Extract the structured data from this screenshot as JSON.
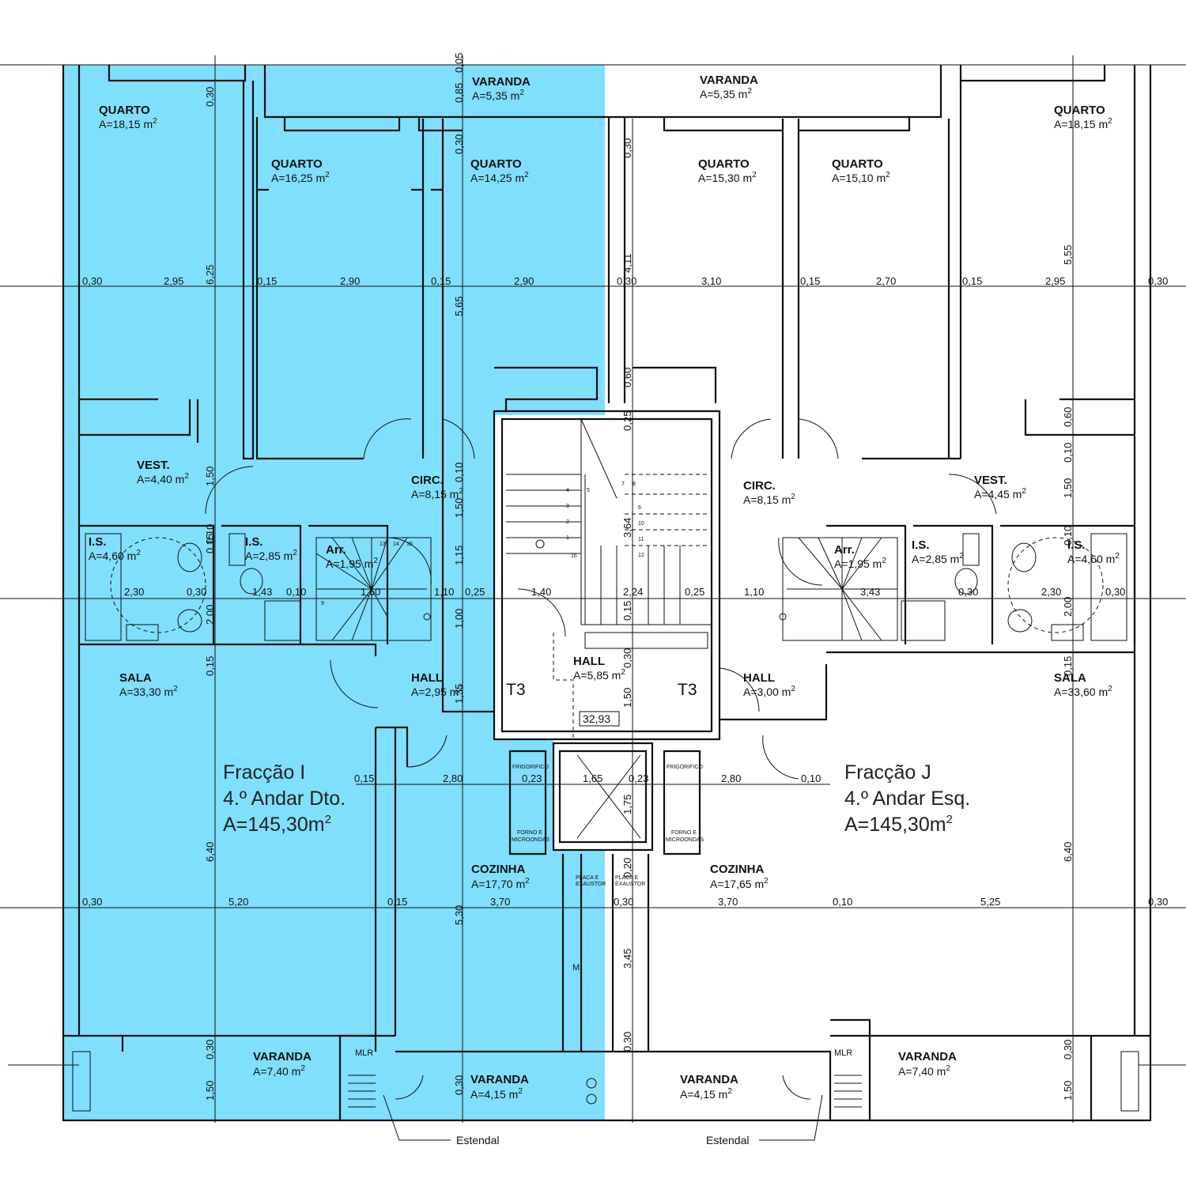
{
  "fractions": [
    {
      "name": "Fracção I",
      "floor": "4.º Andar Dto.",
      "area": "A=145,30m",
      "sup": "2"
    },
    {
      "name": "Fracção J",
      "floor": "4.º Andar Esq.",
      "area": "A=145,30m",
      "sup": "2"
    }
  ],
  "rooms": [
    {
      "name": "QUARTO",
      "area": "A=18,15 m",
      "sup": "2"
    },
    {
      "name": "VARANDA",
      "area": "A=5,35 m",
      "sup": "2"
    },
    {
      "name": "QUARTO",
      "area": "A=16,25 m",
      "sup": "2"
    },
    {
      "name": "QUARTO",
      "area": "A=14,25 m",
      "sup": "2"
    },
    {
      "name": "VARANDA",
      "area": "A=5,35 m",
      "sup": "2"
    },
    {
      "name": "QUARTO",
      "area": "A=15,30 m",
      "sup": "2"
    },
    {
      "name": "QUARTO",
      "area": "A=15,10 m",
      "sup": "2"
    },
    {
      "name": "QUARTO",
      "area": "A=18,15 m",
      "sup": "2"
    },
    {
      "name": "VEST.",
      "area": "A=4,40 m",
      "sup": "2"
    },
    {
      "name": "CIRC.",
      "area": "A=8,15 m",
      "sup": "2"
    },
    {
      "name": "CIRC.",
      "area": "A=8,15 m",
      "sup": "2"
    },
    {
      "name": "VEST.",
      "area": "A=4,45 m",
      "sup": "2"
    },
    {
      "name": "I.S.",
      "area": "A=4,60 m",
      "sup": "2"
    },
    {
      "name": "I.S.",
      "area": "A=2,85 m",
      "sup": "2"
    },
    {
      "name": "Arr.",
      "area": "A=1,95 m",
      "sup": "2"
    },
    {
      "name": "Arr.",
      "area": "A=1,95 m",
      "sup": "2"
    },
    {
      "name": "I.S.",
      "area": "A=2,85 m",
      "sup": "2"
    },
    {
      "name": "I.S.",
      "area": "A=4,60 m",
      "sup": "2"
    },
    {
      "name": "SALA",
      "area": "A=33,30 m",
      "sup": "2"
    },
    {
      "name": "HALL",
      "area": "A=2,95 m",
      "sup": "2"
    },
    {
      "name": "HALL",
      "area": "A=5,85 m",
      "sup": "2"
    },
    {
      "name": "HALL",
      "area": "A=3,00 m",
      "sup": "2"
    },
    {
      "name": "SALA",
      "area": "A=33,60 m",
      "sup": "2"
    },
    {
      "name": "COZINHA",
      "area": "A=17,70 m",
      "sup": "2"
    },
    {
      "name": "COZINHA",
      "area": "A=17,65 m",
      "sup": "2"
    },
    {
      "name": "VARANDA",
      "area": "A=7,40 m",
      "sup": "2"
    },
    {
      "name": "VARANDA",
      "area": "A=4,15 m",
      "sup": "2"
    },
    {
      "name": "VARANDA",
      "area": "A=4,15 m",
      "sup": "2"
    },
    {
      "name": "VARANDA",
      "area": "A=7,40 m",
      "sup": "2"
    }
  ],
  "dimensions": {
    "row_355": [
      "0,30",
      "2,95",
      "0,15",
      "2,90",
      "0,15",
      "2,90",
      "0,30",
      "3,10",
      "0,15",
      "2,70",
      "0,15",
      "2,95",
      "0,30"
    ],
    "row_748": [
      "2,30",
      "0,30",
      "1,43",
      "0,10",
      "1,60",
      "1,10",
      "0,25",
      "1,40",
      "2,24",
      "0,25",
      "1,10",
      "3,43",
      "0,30",
      "2,30",
      "0,30"
    ],
    "row_984": [
      "0,15",
      "2,80",
      "0,23",
      "1,65",
      "0,23",
      "2,80",
      "0,10"
    ],
    "row_1140": [
      "0,30",
      "5,20",
      "0,15",
      "3,70",
      "0,30",
      "3,70",
      "0,10",
      "5,25",
      "0,30"
    ],
    "vertical": [
      "0,05",
      "0,85",
      "0,30",
      "0,30",
      "6,25",
      "5,65",
      "4,11",
      "5,55",
      "0,30",
      "0,60",
      "0,25",
      "0,60",
      "0,10",
      "1,50",
      "1,50",
      "1,50",
      "0,10",
      "3,64",
      "0,15",
      "1,15",
      "1,00",
      "2,00",
      "0,15",
      "0,15",
      "0,30",
      "1,35",
      "1,50",
      "0,15",
      "6,40",
      "6,40",
      "1,75",
      "0,20",
      "5,30",
      "3,45",
      "0,30",
      "0,30",
      "0,30",
      "1,50",
      "0,30",
      "1,50",
      "0,10",
      "0,10",
      "2,00"
    ]
  },
  "labels": {
    "stair_left": "T3",
    "stair_right": "T3",
    "level_mark": "32,93",
    "mlr": "MLR",
    "estendal": "Estendal",
    "frigorifico": "FRIGORIFICO",
    "forno_1": "FORNO E",
    "forno_2": "MICROONDAS",
    "exaustor_1": "PLACA E",
    "exaustor_2": "EXAUSTOR",
    "mql": "M"
  },
  "stair_numbers": [
    "1",
    "2",
    "3",
    "4",
    "5",
    "6",
    "7",
    "8",
    "9",
    "10",
    "11",
    "12",
    "13",
    "14",
    "15",
    "16"
  ],
  "colors": {
    "fraction_i_fill": "#80dffd",
    "line": "#111111",
    "background": "#ffffff"
  }
}
